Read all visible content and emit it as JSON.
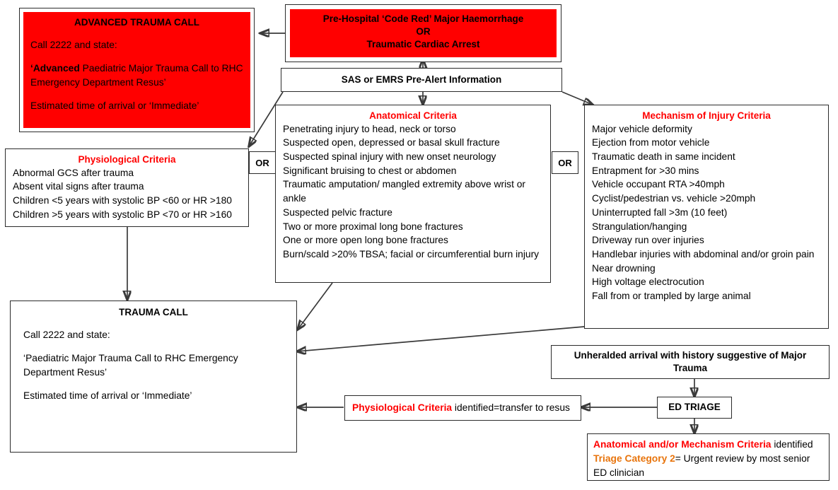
{
  "meta": {
    "colors": {
      "alert_red": "#FF0000",
      "accent_orange": "#E8740C",
      "border": "#2b2b2b",
      "background": "#FFFFFF"
    }
  },
  "advanced_trauma_call": {
    "title": "ADVANCED TRAUMA CALL",
    "line_call": "Call 2222 and state:",
    "quote_bold": "‘Advanced",
    "quote_rest": " Paediatric Major Trauma Call to RHC",
    "quote_line2": "Emergency Department Resus’",
    "eta": "Estimated time of arrival or ‘Immediate’"
  },
  "code_red": {
    "line1": "Pre-Hospital ‘Code Red’ Major Haemorrhage",
    "line2": "OR",
    "line3": "Traumatic Cardiac Arrest"
  },
  "pre_alert": {
    "label": "SAS or EMRS Pre-Alert Information"
  },
  "physiological": {
    "title": "Physiological Criteria",
    "items": [
      "Abnormal GCS after trauma",
      "Absent vital signs after trauma",
      "Children <5 years with systolic BP <60 or HR >180",
      "Children >5 years with systolic BP <70 or HR >160"
    ]
  },
  "anatomical": {
    "title": "Anatomical Criteria",
    "items": [
      "Penetrating injury to head, neck or torso",
      "Suspected open, depressed or basal skull fracture",
      "Suspected spinal injury with new onset neurology",
      "Significant bruising to chest or abdomen",
      "Traumatic amputation/ mangled extremity above wrist or ankle",
      "Suspected pelvic fracture",
      "Two or more proximal long bone fractures",
      "One or more open long bone fractures",
      "Burn/scald >20% TBSA; facial or circumferential burn injury"
    ]
  },
  "mechanism": {
    "title": "Mechanism of Injury Criteria",
    "items": [
      "Major vehicle deformity",
      "Ejection from motor vehicle",
      "Traumatic death in same incident",
      "Entrapment for >30 mins",
      "Vehicle occupant RTA >40mph",
      "Cyclist/pedestrian vs. vehicle >20mph",
      "Uninterrupted fall >3m (10 feet)",
      "Strangulation/hanging",
      "Driveway run over injuries",
      "Handlebar injuries with abdominal and/or groin pain",
      "Near drowning",
      "High voltage electrocution",
      "Fall from or trampled by large animal"
    ]
  },
  "or_left": {
    "label": "OR"
  },
  "or_right": {
    "label": "OR"
  },
  "trauma_call": {
    "title": "TRAUMA CALL",
    "line_call": "Call 2222 and state:",
    "quote_line1": "‘Paediatric Major Trauma Call to RHC Emergency",
    "quote_line2": "Department Resus’",
    "eta": "Estimated time of arrival or ‘Immediate’"
  },
  "unheralded": {
    "line1": "Unheralded arrival with history suggestive of Major",
    "line2": "Trauma"
  },
  "ed_triage": {
    "label": "ED TRIAGE"
  },
  "physio_transfer": {
    "highlight": "Physiological Criteria",
    "rest": " identified=transfer to resus"
  },
  "anat_mech_triage": {
    "line1_highlight": "Anatomical and/or Mechanism Criteria",
    "line1_rest": " identified",
    "line2_highlight": "Triage Category 2",
    "line2_rest": "= Urgent review by most senior",
    "line3": "ED clinician"
  }
}
